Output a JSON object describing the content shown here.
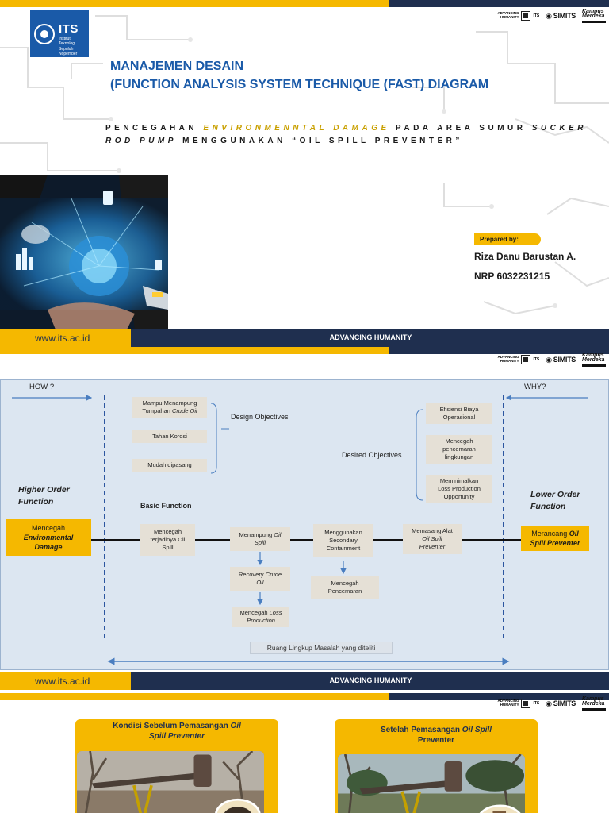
{
  "brand": {
    "url": "www.its.ac.id",
    "tagline": "ADVANCING HUMANITY",
    "its_word": "ITS",
    "its_sub": [
      "Institut",
      "Teknologi",
      "Sepuluh Nopember"
    ],
    "partner_adv": [
      "ADVANCING",
      "HUMANITY"
    ],
    "partner_sim": "SIMITS",
    "partner_kampus": [
      "Kampus",
      "Merdeka"
    ],
    "colors": {
      "navy": "#1f2f4f",
      "yellow": "#f5b800",
      "blue": "#1a5aa8",
      "diagram_bg": "#dce6f1"
    }
  },
  "slide1": {
    "title_line1": "MANAJEMEN DESAIN",
    "title_line2": "(FUNCTION ANALYSIS SYSTEM TECHNIQUE (FAST) DIAGRAM",
    "subtitle": {
      "p1": "PENCEGAHAN ",
      "p2": "ENVIRONMENNTAL DAMAGE",
      "p3": " PADA AREA SUMUR ",
      "p4": "SUCKER ROD PUMP",
      "p5": " MENGGUNAKAN “OIL SPILL PREVENTER”"
    },
    "prepared_label": "Prepared by:",
    "author": "Riza Danu Barustan A.",
    "nrp": "NRP 6032231215"
  },
  "slide2": {
    "how": "HOW ?",
    "why": "WHY?",
    "higher_order": [
      "Higher Order",
      "Function"
    ],
    "lower_order": [
      "Lower Order",
      "Function"
    ],
    "basic_function": "Basic Function",
    "design_objectives": "Design Objectives",
    "desired_objectives": "Desired Objectives",
    "scope": "Ruang Lingkup Masalah yang diteliti",
    "design_items": [
      {
        "a": "Mampu Menampung",
        "b": "Tumpahan ",
        "c": "Crude Oil"
      },
      {
        "a": "Tahan Korosi"
      },
      {
        "a": "Mudah dipasang"
      }
    ],
    "desired_items": [
      [
        "Efisiensi Biaya",
        "Operasional"
      ],
      [
        "Mencegah",
        "pencemaran",
        "lingkungan"
      ],
      [
        "Meminimalkan",
        "Loss Production",
        "Opportunity"
      ]
    ],
    "higher_box": {
      "a": "Mencegah",
      "b": "Environmental",
      "c": "Damage"
    },
    "lower_box": {
      "a": "Merancang ",
      "b": "Oil",
      "c": "Spill Preventer"
    },
    "chain": {
      "f1": [
        "Mencegah",
        "terjadinya Oil",
        "Spill"
      ],
      "f2": {
        "a": "Menampung ",
        "b": "Oil",
        "c": "Spill"
      },
      "f3": [
        "Menggunakan",
        "Secondary",
        "Containment"
      ],
      "f4": {
        "a": "Memasang Alat",
        "b": "Oil Spill",
        "c": "Preventer"
      }
    },
    "sub": {
      "s1": {
        "a": "Recovery ",
        "b": "Crude",
        "c": "Oil"
      },
      "s2": {
        "a": "Mencegah ",
        "b": "Loss",
        "c": "Production"
      },
      "s3": [
        "Mencegah",
        "Pencemaran"
      ]
    }
  },
  "slide3": {
    "left_title": {
      "a": "Kondisi Sebelum Pemasangan ",
      "b": "Oil",
      "c": "Spill Preventer"
    },
    "right_title": {
      "a": "Setelah Pemasangan ",
      "b": "Oil Spill",
      "c": "Preventer"
    }
  }
}
